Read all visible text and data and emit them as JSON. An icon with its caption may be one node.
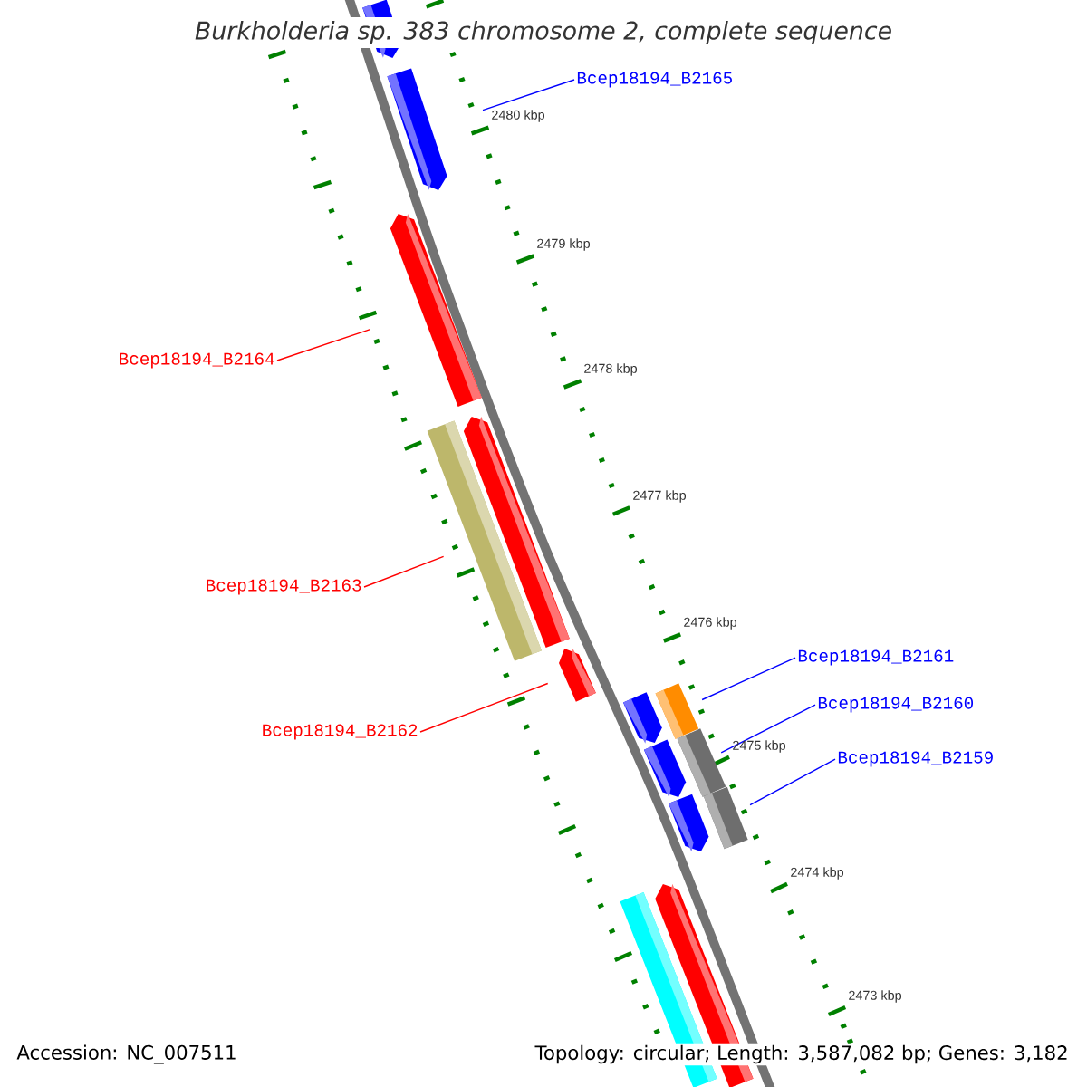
{
  "diagram": {
    "title": "Burkholderia sp. 383 chromosome 2, complete sequence",
    "nodes": [
      {
        "text": [
          "Bcep18194_B2165"
        ]
      },
      {
        "text": [
          "Bcep18194_B2164"
        ]
      },
      {
        "text": [
          "Bcep18194_B2163"
        ]
      },
      {
        "text": [
          "Bcep18194_B2161"
        ]
      },
      {
        "text": [
          "Bcep18194_B2160"
        ]
      },
      {
        "text": [
          "Bcep18194_B2162"
        ]
      },
      {
        "text": [
          "Bcep18194_B2159"
        ]
      },
      {
        "text": [],
        "shape": "pentagon"
      },
      {
        "text": [],
        "shape": "pentagon"
      },
      {
        "text": [],
        "shape": "bar"
      },
      {
        "text": [],
        "shape": "bar"
      },
      {
        "text": [],
        "shape": "bar"
      },
      {
        "text": [],
        "shape": "pentagon"
      },
      {
        "text": [],
        "shape": "bar"
      },
      {
        "text": [],
        "shape": "pentagon"
      },
      {
        "text": [],
        "shape": "pentagon"
      },
      {
        "text": [],
        "shape": "pentagon"
      },
      {
        "text": [],
        "shape": "pentagon"
      },
      {
        "text": [],
        "shape": "pentagon"
      },
      {
        "text": [],
        "shape": "pentagon"
      },
      {
        "text": [],
        "shape": "bar"
      }
    ],
    "edges": [
      {
        "from": 0,
        "to": 7,
        "arrow": "none"
      },
      {
        "from": 1,
        "to": 8,
        "arrow": "none",
        "color": "#ff0000"
      },
      {
        "from": 2,
        "to": 9,
        "arrow": "none",
        "color": "#ff0000"
      },
      {
        "from": 3,
        "to": 10,
        "arrow": "none"
      },
      {
        "from": 4,
        "to": 11,
        "arrow": "none"
      },
      {
        "from": 5,
        "to": 12,
        "arrow": "none",
        "color": "#ff0000"
      },
      {
        "from": 6,
        "to": 13,
        "arrow": "none"
      }
    ],
    "labels": [
      "2480 kbp",
      "2479 kbp",
      "2478 kbp",
      "2477 kbp",
      "2476 kbp",
      "2475 kbp",
      "2474 kbp",
      "2473 kbp",
      "Accession: NC_007511",
      "Topology: circular; Length: 3,587,082 bp; Genes: 3,182"
    ]
  }
}
